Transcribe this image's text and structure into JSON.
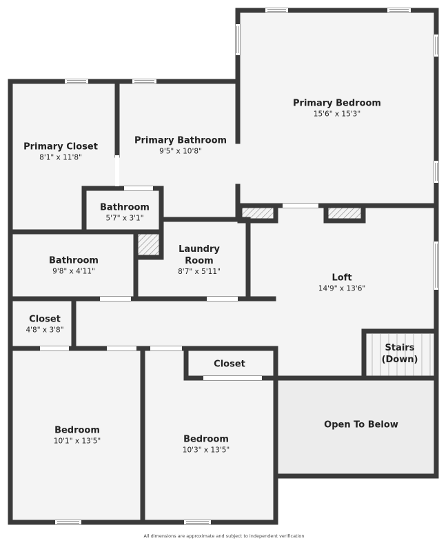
{
  "rooms": {
    "primary_bedroom": {
      "name": "Primary Bedroom",
      "dims": "15'6\" x 15'3\""
    },
    "primary_closet": {
      "name": "Primary Closet",
      "dims": "8'1\" x 11'8\""
    },
    "primary_bathroom": {
      "name": "Primary Bathroom",
      "dims": "9'5\" x 10'8\""
    },
    "bathroom_small": {
      "name": "Bathroom",
      "dims": "5'7\" x 3'1\""
    },
    "bathroom": {
      "name": "Bathroom",
      "dims": "9'8\" x 4'11\""
    },
    "laundry": {
      "name": "Laundry Room",
      "dims": "8'7\" x 5'11\""
    },
    "loft": {
      "name": "Loft",
      "dims": "14'9\" x 13'6\""
    },
    "closet_small": {
      "name": "Closet",
      "dims": "4'8\" x 3'8\""
    },
    "stairs": {
      "name": "Stairs (Down)"
    },
    "bedroom_left": {
      "name": "Bedroom",
      "dims": "10'1\" x 13'5\""
    },
    "bedroom_right": {
      "name": "Bedroom",
      "dims": "10'3\" x 13'5\""
    },
    "closet_bedroom": {
      "name": "Closet"
    },
    "open_to_below": {
      "name": "Open To Below"
    }
  },
  "footer_note": "All dimensions are approximate and subject to independent verification",
  "colors": {
    "wall": "#3a3a3a",
    "floor": "#f4f4f4",
    "open_below": "#ececec"
  }
}
